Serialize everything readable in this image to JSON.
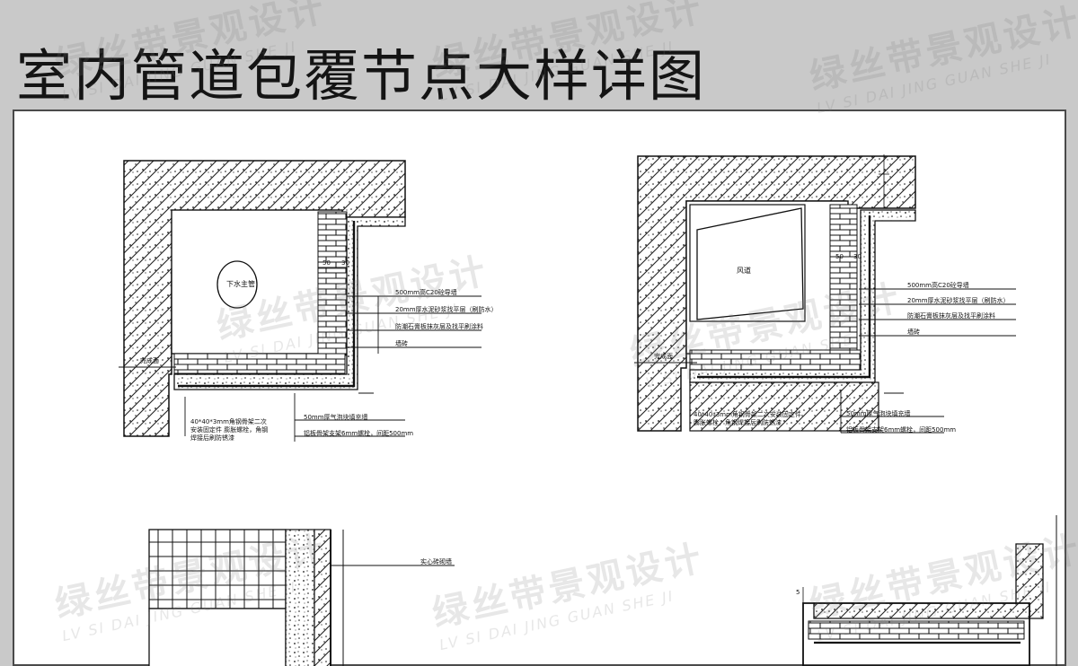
{
  "title": "室内管道包覆节点大样详图",
  "watermark": {
    "cn": "绿丝带景观设计",
    "en": "LV SI DAI JING GUAN SHE JI"
  },
  "detail_a": {
    "pipe_label": "下水主管",
    "dim_1": "50",
    "dim_2": "30",
    "left_mark": "完成面",
    "callouts": [
      "500mm高C20砼导墙",
      "20mm厚水泥砂浆找平层（刷防水）",
      "防潮石膏板抹灰层及找平刷涂料",
      "墙砖"
    ],
    "bottom_note_left": "40*40*3mm角钢骨架二次安装固定件 膨胀螺栓，角钢焊接后刷防锈漆",
    "bottom_note_1": "50mm厚气泡块填充墙",
    "bottom_note_2": "铝板骨架支架6mm螺栓，间距500mm"
  },
  "detail_b": {
    "duct_label": "风道",
    "dim_1": "50",
    "dim_2": "30",
    "left_mark": "完成面",
    "callouts": [
      "500mm高C20砼导墙",
      "20mm厚水泥砂浆找平层（刷防水）",
      "防潮石膏板抹灰层及找平刷涂料",
      "墙砖"
    ],
    "bottom_note_left": "40*40*3mm角钢骨架二次安装固定件 膨胀螺栓，角钢焊接后刷防锈漆",
    "bottom_note_1": "50mm厚气泡块填充墙",
    "bottom_note_2": "铝板骨架支架6mm螺栓，间距500mm"
  },
  "detail_c": {
    "callout": "实心砖砌墙"
  },
  "detail_d": {
    "dim": "5"
  }
}
